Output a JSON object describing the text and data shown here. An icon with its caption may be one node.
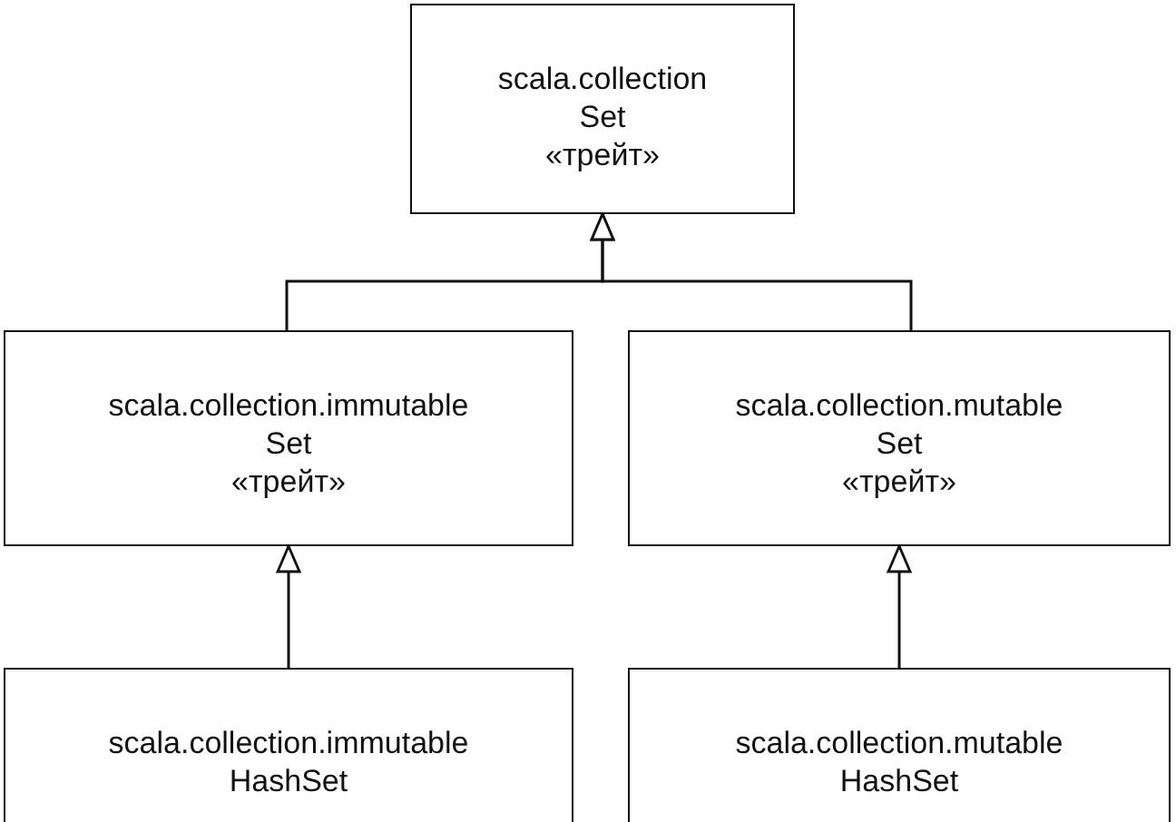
{
  "diagram": {
    "nodes": [
      {
        "text": [
          "scala.collection",
          "Set",
          "«трейт»"
        ]
      },
      {
        "text": [
          "scala.collection.immutable",
          "Set",
          "«трейт»"
        ]
      },
      {
        "text": [
          "scala.collection.mutable",
          "Set",
          "«трейт»"
        ]
      },
      {
        "text": [
          "scala.collection.immutable",
          "HashSet"
        ]
      },
      {
        "text": [
          "scala.collection.mutable",
          "HashSet"
        ]
      }
    ],
    "edges": [
      {
        "from": 1,
        "to": 0,
        "arrow": "to"
      },
      {
        "from": 2,
        "to": 0,
        "arrow": "to"
      },
      {
        "from": 3,
        "to": 1,
        "arrow": "to"
      },
      {
        "from": 4,
        "to": 2,
        "arrow": "to"
      }
    ]
  }
}
